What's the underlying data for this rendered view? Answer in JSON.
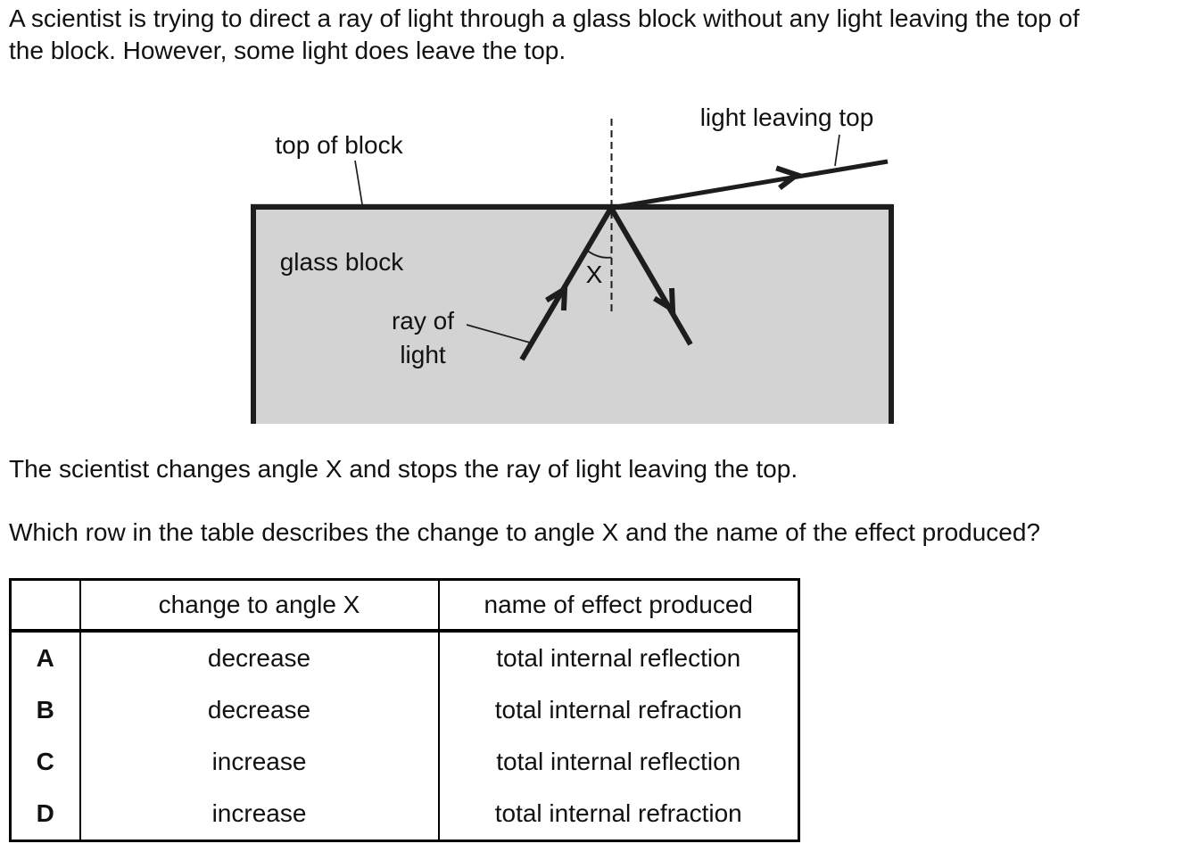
{
  "question": {
    "intro": "A scientist is trying to direct a ray of light through a glass block without any light leaving the top of\nthe block. However, some light does leave the top.",
    "middle": "The scientist changes angle X and stops the ray of light leaving the top.",
    "prompt": "Which row in the table describes the change to angle X and the name of the effect produced?"
  },
  "diagram": {
    "labels": {
      "top_of_block": "top of block",
      "light_leaving_top": "light leaving top",
      "glass_block": "glass block",
      "ray_of_light_line1": "ray of",
      "ray_of_light_line2": "light",
      "angle": "X"
    },
    "colors": {
      "block_fill": "#d3d3d3",
      "ink": "#1d1d1d"
    }
  },
  "table": {
    "headers": [
      "",
      "change to angle X",
      "name of effect produced"
    ],
    "rows": [
      {
        "letter": "A",
        "change": "decrease",
        "effect": "total internal reflection"
      },
      {
        "letter": "B",
        "change": "decrease",
        "effect": "total internal refraction"
      },
      {
        "letter": "C",
        "change": "increase",
        "effect": "total internal reflection"
      },
      {
        "letter": "D",
        "change": "increase",
        "effect": "total internal refraction"
      }
    ]
  }
}
